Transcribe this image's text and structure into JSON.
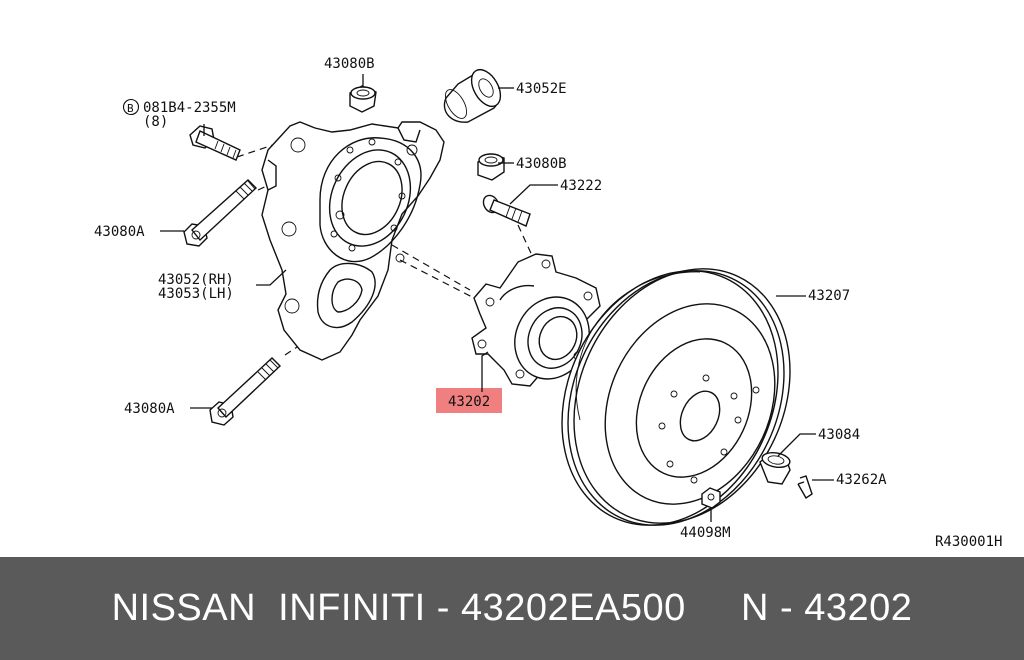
{
  "diagram": {
    "labels": {
      "l_43080B_top": "43080B",
      "l_43052E": "43052E",
      "l_bolt_code": "081B4-2355M",
      "l_bolt_qty": "(8)",
      "l_43080B_mid": "43080B",
      "l_43222": "43222",
      "l_43080A_top": "43080A",
      "l_43052_rh": "43052(RH)",
      "l_43053_lh": "43053(LH)",
      "l_43207": "43207",
      "l_43202": "43202",
      "l_43080A_bottom": "43080A",
      "l_43084": "43084",
      "l_43262A": "43262A",
      "l_44098M": "44098M",
      "l_ref": "R430001H"
    },
    "symbol_b": "B",
    "highlight_color": "#f08080"
  },
  "footer": {
    "text": "NISSAN  INFINITI - 43202EA500     N - 43202",
    "background": "#5a5a5a"
  }
}
